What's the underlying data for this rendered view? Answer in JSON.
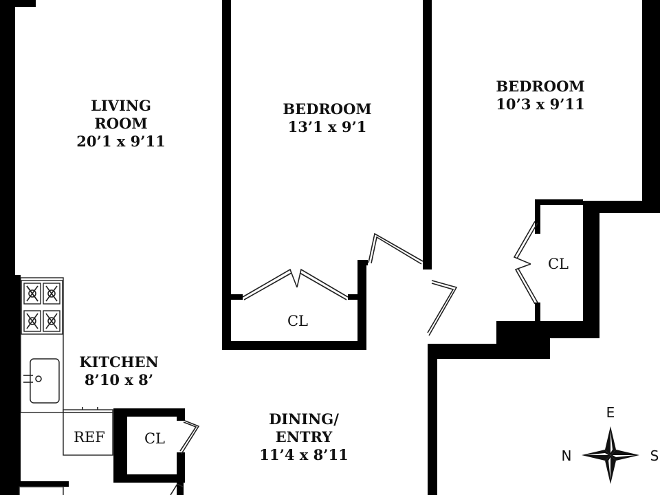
{
  "rooms": {
    "living": {
      "name_line1": "LIVING",
      "name_line2": "ROOM",
      "dims": "20’1 x 9’11"
    },
    "bedroom1": {
      "name": "BEDROOM",
      "dims": "13’1 x 9’1"
    },
    "bedroom2": {
      "name": "BEDROOM",
      "dims": "10’3 x 9’11"
    },
    "kitchen": {
      "name": "KITCHEN",
      "dims": "8’10 x 8’"
    },
    "dining": {
      "name_line1": "DINING/",
      "name_line2": "ENTRY",
      "dims": "11’4 x 8’11"
    }
  },
  "closets": {
    "bedroom1": "CL",
    "bedroom2": "CL",
    "entry": "CL"
  },
  "appliances": {
    "fridge": "REF"
  },
  "compass": {
    "e": "E",
    "n": "N",
    "s": "S"
  }
}
